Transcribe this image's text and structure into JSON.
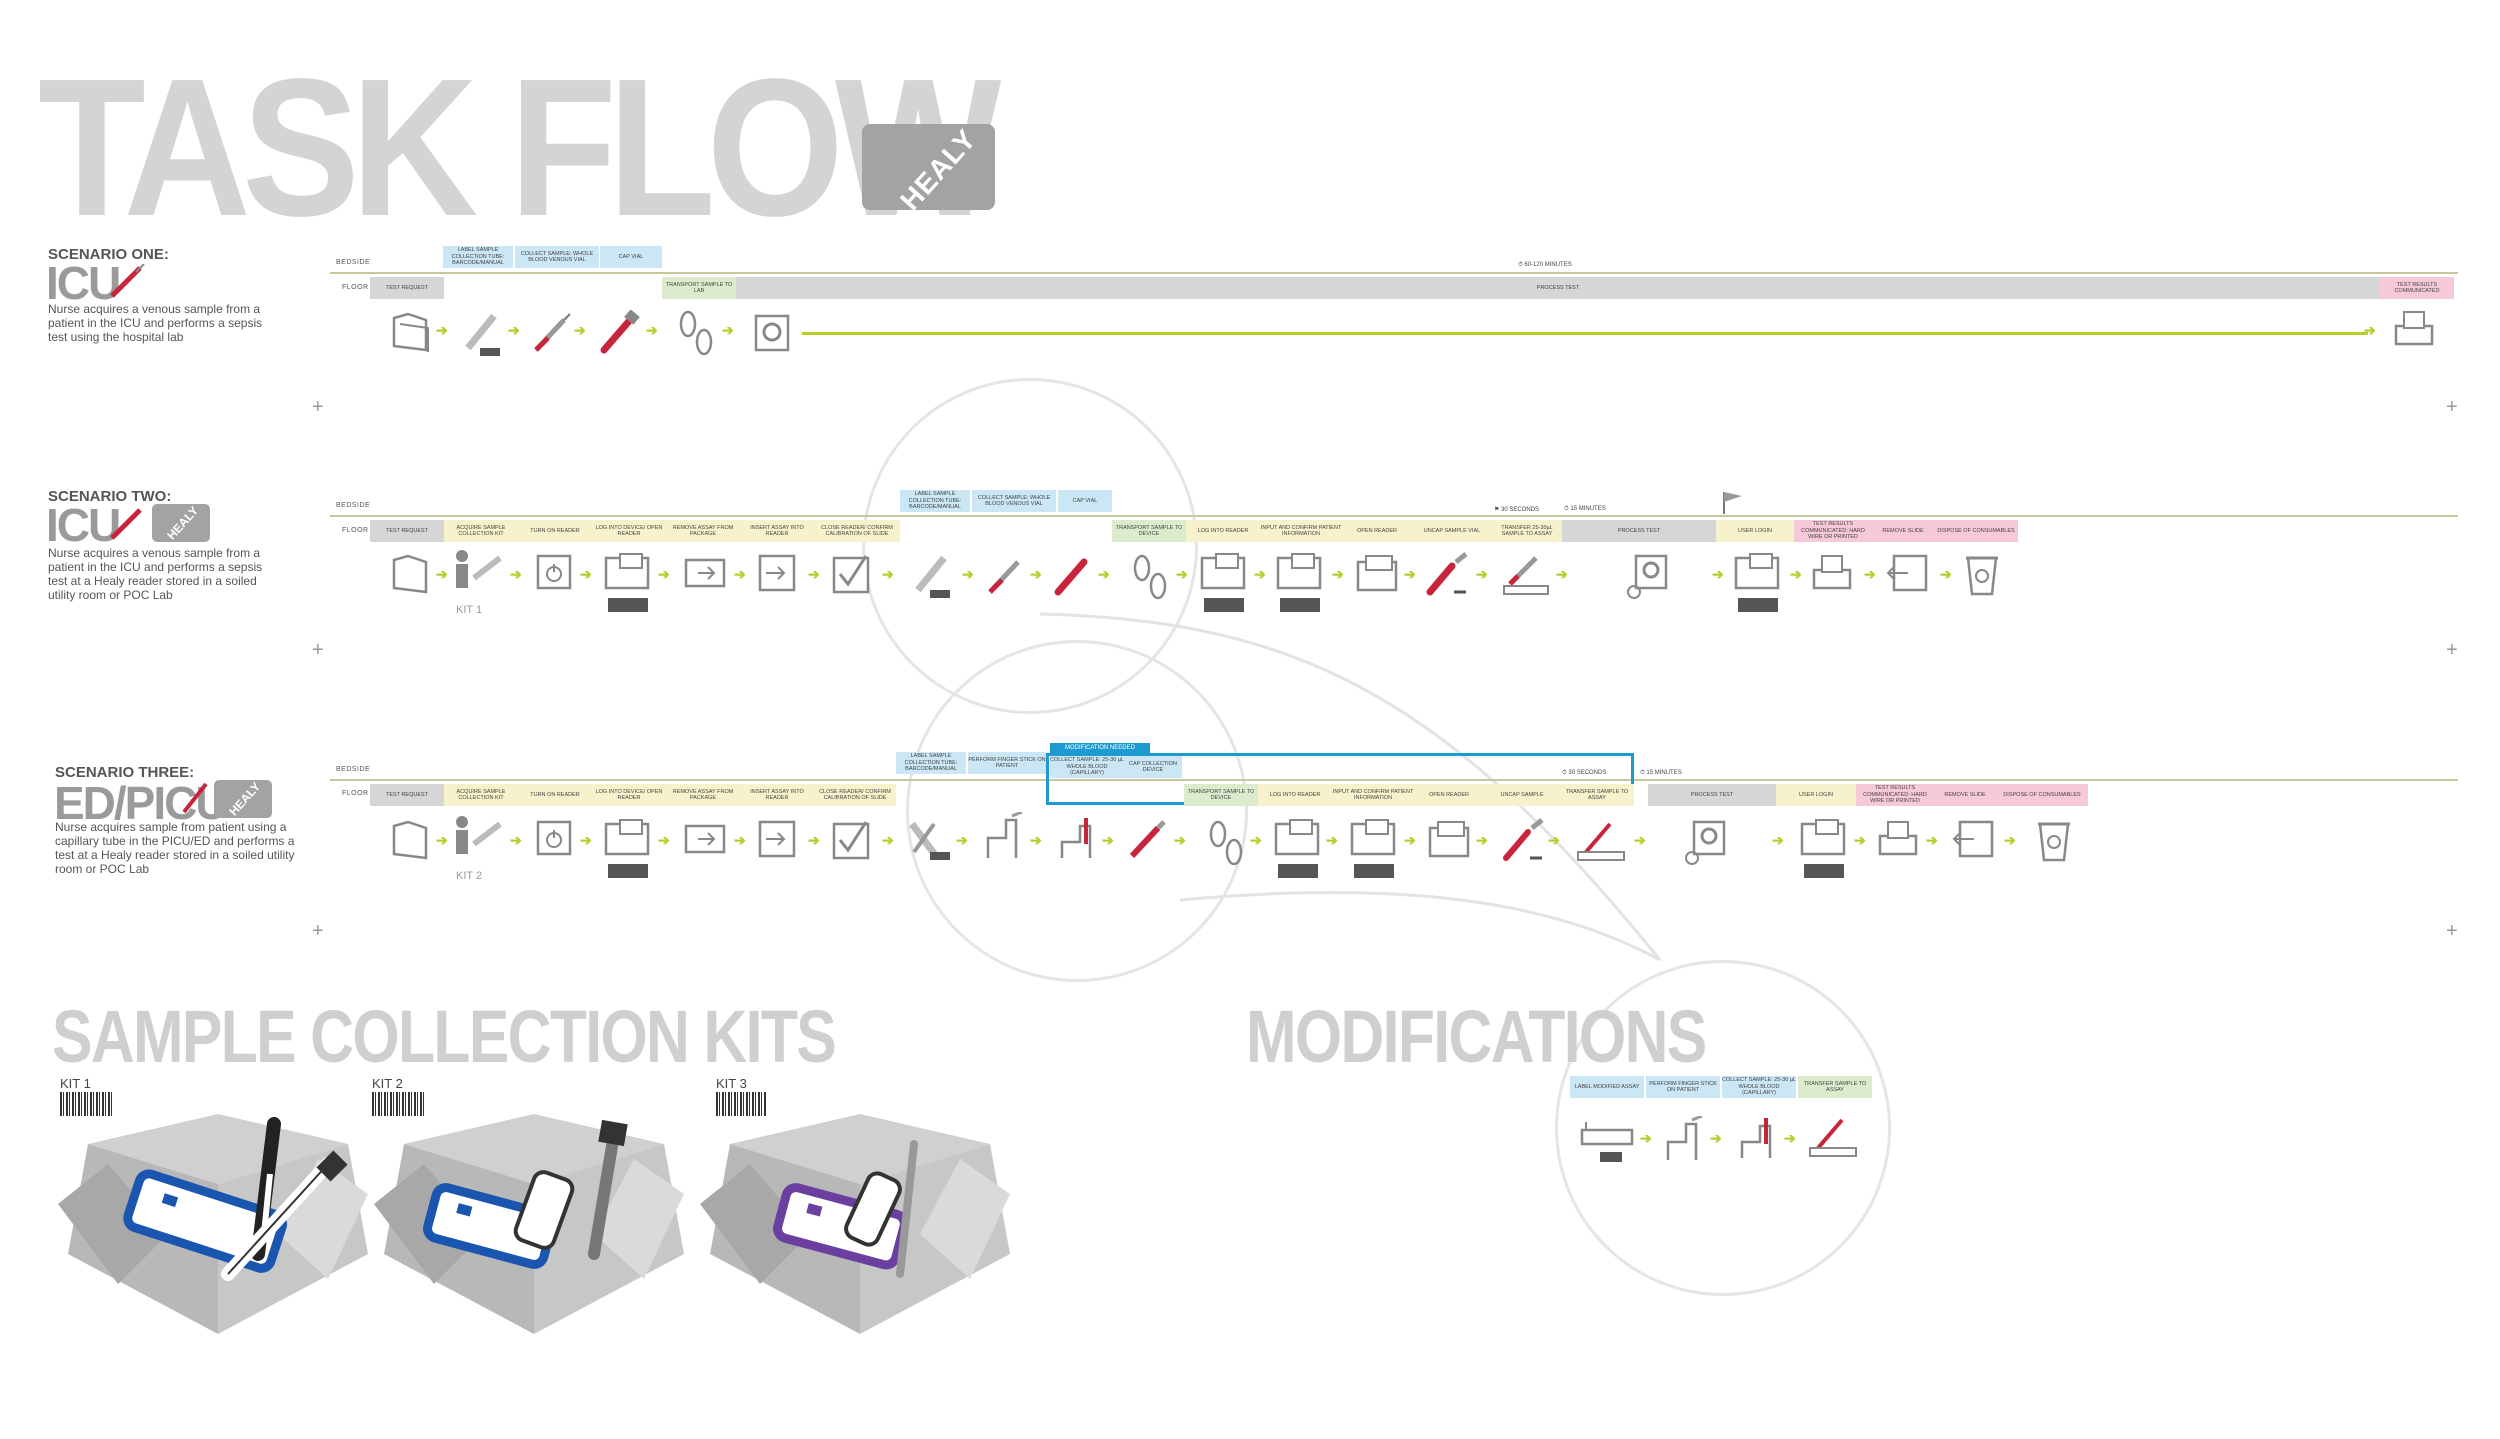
{
  "title": "TASK FLOW",
  "badge": "HEALY",
  "lanes": {
    "bedside": "BEDSIDE",
    "floor": "FLOOR"
  },
  "scenario1": {
    "label": "SCENARIO ONE:",
    "unit": "ICU",
    "desc": "Nurse acquires a venous sample from a patient in the ICU and performs a sepsis test using the hospital lab",
    "timer": "60-120 MINUTES",
    "steps": {
      "test_request": "TEST REQUEST",
      "label_sample": "LABEL SAMPLE COLLECTION TUBE: BARCODE/MANUAL",
      "collect_sample": "COLLECT SAMPLE: WHOLE BLOOD VENOUS VIAL",
      "cap_vial": "CAP VIAL",
      "transport": "TRANSPORT SAMPLE TO LAB",
      "process_test": "PROCESS TEST",
      "results": "TEST RESULTS COMMUNICATED"
    }
  },
  "scenario2": {
    "label": "SCENARIO TWO:",
    "unit": "ICU",
    "desc": "Nurse acquires a venous sample from a patient in the ICU and performs a sepsis test at a Healy reader stored in a soiled utility room or POC Lab",
    "kit": "KIT 1",
    "timer1": "30 SECONDS",
    "timer2": "15 MINUTES",
    "steps": {
      "test_request": "TEST REQUEST",
      "acquire_kit": "ACQUIRE SAMPLE COLLECTION KIT",
      "turn_on": "TURN ON READER",
      "login_open": "LOG INTO DEVICE/ OPEN READER",
      "remove_assay": "REMOVE ASSAY FROM PACKAGE",
      "insert_assay": "INSERT ASSAY INTO READER",
      "close_reader": "CLOSE READER/ CONFIRM CALIBRATION OF SLIDE",
      "label_sample": "LABEL SAMPLE COLLECTION TUBE: BARCODE/MANUAL",
      "collect_sample": "COLLECT SAMPLE: WHOLE BLOOD VENOUS VIAL",
      "cap_vial": "CAP VIAL",
      "transport": "TRANSPORT SAMPLE TO DEVICE",
      "login_reader": "LOG INTO READER",
      "input_confirm": "INPUT AND CONFIRM PATIENT INFORMATION",
      "open_reader": "OPEN READER",
      "uncap": "UNCAP SAMPLE VIAL",
      "transfer": "TRANSFER 25-30µL SAMPLE TO ASSAY",
      "process_test": "PROCESS TEST",
      "user_login": "USER LOGIN",
      "results": "TEST RESULTS COMMUNICATED: HARD WIRE OR PRINTED",
      "remove_slide": "REMOVE SLIDE",
      "dispose": "DISPOSE OF CONSUMABLES"
    }
  },
  "scenario3": {
    "label": "SCENARIO THREE:",
    "unit": "ED/PICU",
    "desc": "Nurse acquires sample from patient using a capillary tube in the PICU/ED and performs a test at a Healy reader stored in a soiled utility room or POC Lab",
    "kit": "KIT 2",
    "modified": "MODIFICATION NEEDED",
    "timer1": "30 SECONDS",
    "timer2": "15 MINUTES",
    "steps": {
      "test_request": "TEST REQUEST",
      "acquire_kit": "ACQUIRE SAMPLE COLLECTION KIT",
      "turn_on": "TURN ON READER",
      "login_open": "LOG INTO DEVICE/ OPEN READER",
      "remove_assay": "REMOVE ASSAY FROM PACKAGE",
      "insert_assay": "INSERT ASSAY INTO READER",
      "close_reader": "CLOSE READER/ CONFIRM CALIBRATION OF SLIDE",
      "label_sample": "LABEL SAMPLE COLLECTION TUBE: BARCODE/MANUAL",
      "finger_stick": "PERFORM FINGER STICK ON PATIENT",
      "collect_sample": "COLLECT SAMPLE: 25-30 µL WHOLE BLOOD (CAPILLARY)",
      "cap_device": "CAP COLLECTION DEVICE",
      "transport": "TRANSPORT SAMPLE TO DEVICE",
      "login_reader": "LOG INTO READER",
      "input_confirm": "INPUT AND CONFIRM PATIENT INFORMATION",
      "open_reader": "OPEN READER",
      "uncap": "UNCAP SAMPLE",
      "transfer": "TRANSFER SAMPLE TO ASSAY",
      "process_test": "PROCESS TEST",
      "user_login": "USER LOGIN",
      "results": "TEST RESULTS COMMUNICATED: HARD WIRE OR PRINTED",
      "remove_slide": "REMOVE SLIDE",
      "dispose": "DISPOSE OF CONSUMABLES"
    }
  },
  "kits": {
    "title": "SAMPLE COLLECTION KITS",
    "k1": "KIT 1",
    "k2": "KIT 2",
    "k3": "KIT 3"
  },
  "mods": {
    "title": "MODIFICATIONS",
    "s1": "LABEL MODIFIED ASSAY",
    "s2": "PERFORM FINGER STICK ON PATIENT",
    "s3": "COLLECT SAMPLE: 25-30 µL WHOLE BLOOD (CAPILLARY)",
    "s4": "TRANSFER SAMPLE TO ASSAY"
  },
  "colors": {
    "grey": "#d6d6d6",
    "blue": "#cbe6f4",
    "yellow": "#f6f3cc",
    "green": "#dcebcc",
    "pink": "#f6c9da",
    "arrow": "#b7cf2d",
    "highlight": "#1d9bd1",
    "red": "#c8243c"
  }
}
